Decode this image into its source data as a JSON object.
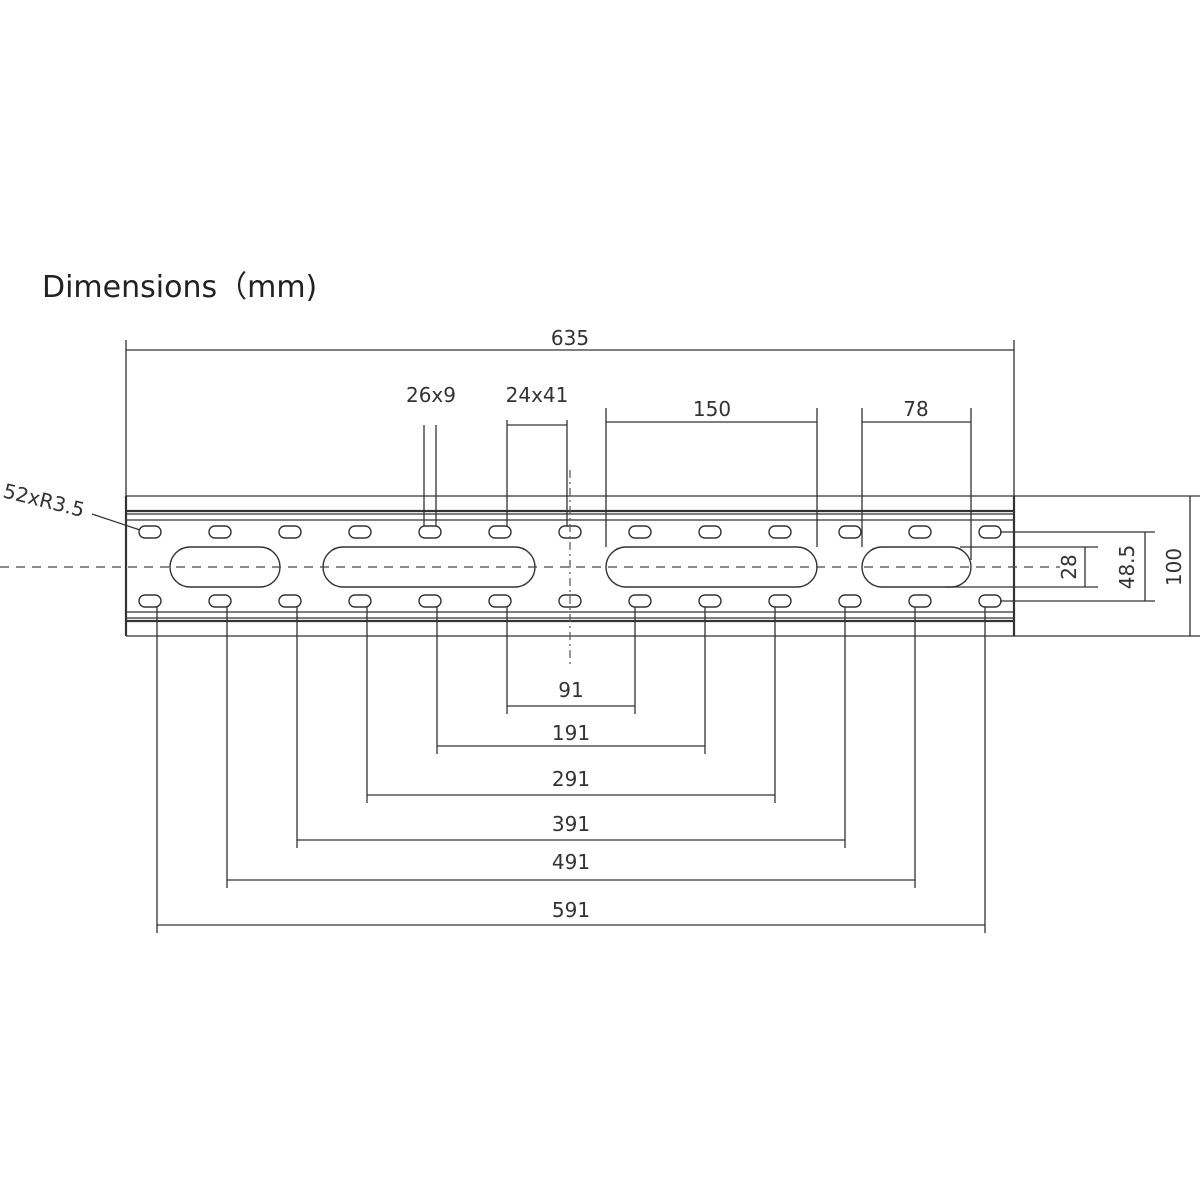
{
  "title": "Dimensions（mm)",
  "labels": {
    "overall_length": "635",
    "small_hole": "26x9",
    "slot_size": "24x41",
    "slot_length_long": "150",
    "slot_length_short": "78",
    "hole_radius_note": "52xR3.5",
    "slot_height": "28",
    "hole_row_spacing": "48.5",
    "plate_height": "100",
    "hole_spacings": [
      "91",
      "191",
      "291",
      "391",
      "491",
      "591"
    ]
  }
}
